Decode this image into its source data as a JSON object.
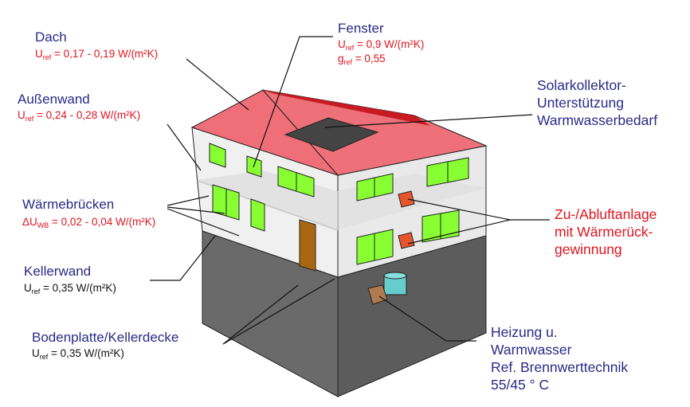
{
  "dach": {
    "title": "Dach",
    "u_sym": "U",
    "u_sub": "ref",
    "u_val": " =  0,17 - 0,19 W/(m²K)"
  },
  "aussenwand": {
    "title": "Außenwand",
    "u_sym": "U",
    "u_sub": "ref",
    "u_val": "  =  0,24 - 0,28 W/(m²K)"
  },
  "waermebruecken": {
    "title": "Wärmebrücken",
    "u_sym": "ΔU",
    "u_sub": "WB",
    "u_val": " = 0,02 - 0,04 W/(m²K)"
  },
  "kellerwand": {
    "title": "Kellerwand",
    "u_sym": "U",
    "u_sub": "ref",
    "u_val": "  =  0,35 W/(m²K)"
  },
  "bodenplatte": {
    "title": "Bodenplatte/Kellerdecke",
    "u_sym": "U",
    "u_sub": "ref",
    "u_val": "  =  0,35 W/(m²K)"
  },
  "fenster": {
    "title": "Fenster",
    "u_sym": "U",
    "u_sub": "ref",
    "u_val": "  = 0,9 W/(m²K)",
    "g_sym": "g",
    "g_sub": "ref",
    "g_val": "  =  0,55"
  },
  "solar": {
    "lines": [
      "Solarkollektor-",
      "Unterstützung",
      "Warmwasserbedarf"
    ]
  },
  "lueftung": {
    "lines": [
      "Zu-/Abluftanlage",
      "mit Wärmerück-",
      "gewinnung"
    ]
  },
  "heizung": {
    "lines": [
      "Heizung u.",
      "Warmwasser",
      "Ref. Brennwerttechnik",
      "55/45 ° C"
    ]
  },
  "colors": {
    "label_blue": "#2a2a88",
    "value_red": "#e0141e",
    "roof": "#ee6b74",
    "roof_dark": "#c81a22",
    "window": "#88ff33",
    "door": "#aa6611",
    "basement": "#666666",
    "wall": "#f2f2f2"
  }
}
